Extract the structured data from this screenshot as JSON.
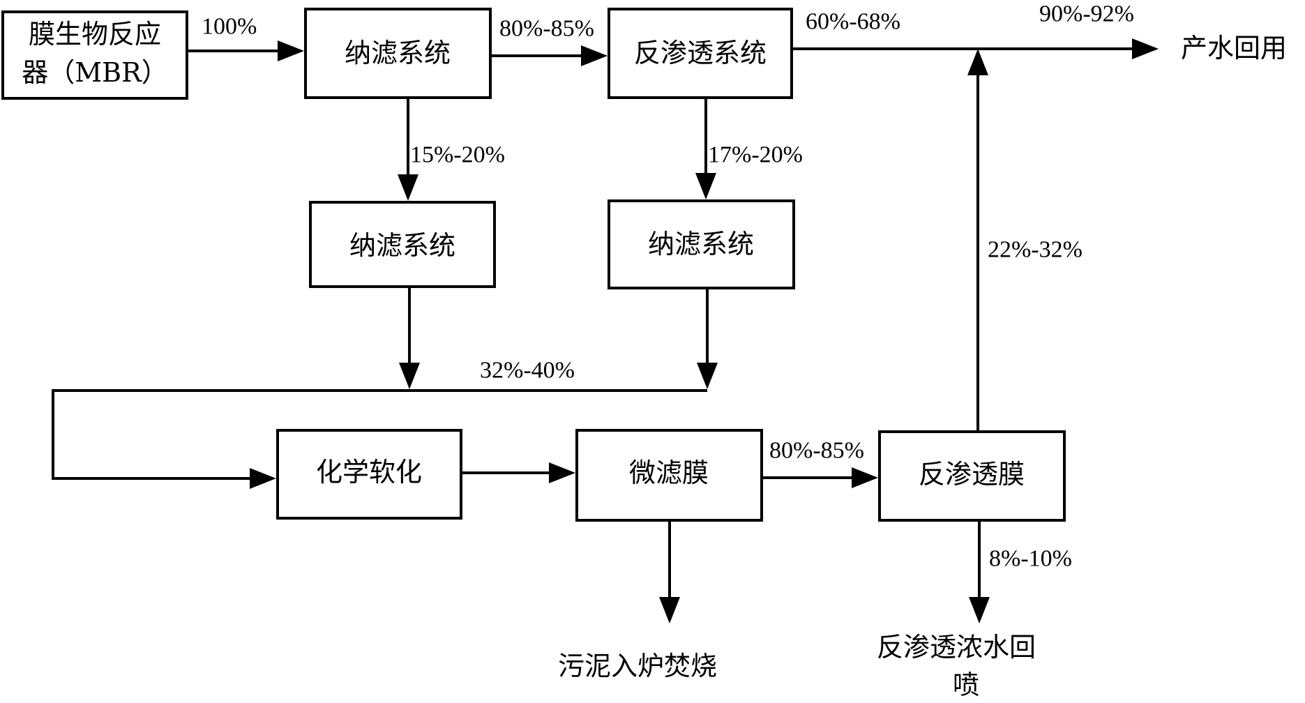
{
  "nodes": {
    "mbr": {
      "line1": "膜生物反应",
      "line2": "器（MBR）"
    },
    "nf1": "纳滤系统",
    "ro1": "反渗透系统",
    "nf2": "纳滤系统",
    "nf3": "纳滤系统",
    "softening": "化学软化",
    "microfiltration": "微滤膜",
    "ro2": "反渗透膜"
  },
  "outputs": {
    "product_water": "产水回用",
    "sludge": "污泥入炉焚烧",
    "ro_concentrate": {
      "line1": "反渗透浓水回",
      "line2": "喷"
    }
  },
  "flows": {
    "mbr_to_nf1": "100%",
    "nf1_to_ro1": "80%-85%",
    "ro1_to_product": "60%-68%",
    "total_product": "90%-92%",
    "nf1_to_nf2": "15%-20%",
    "ro1_to_nf3": "17%-20%",
    "merge_to_softening": "32%-40%",
    "ro2_recycle": "22%-32%",
    "mf_to_ro2": "80%-85%",
    "ro2_concentrate": "8%-10%"
  }
}
